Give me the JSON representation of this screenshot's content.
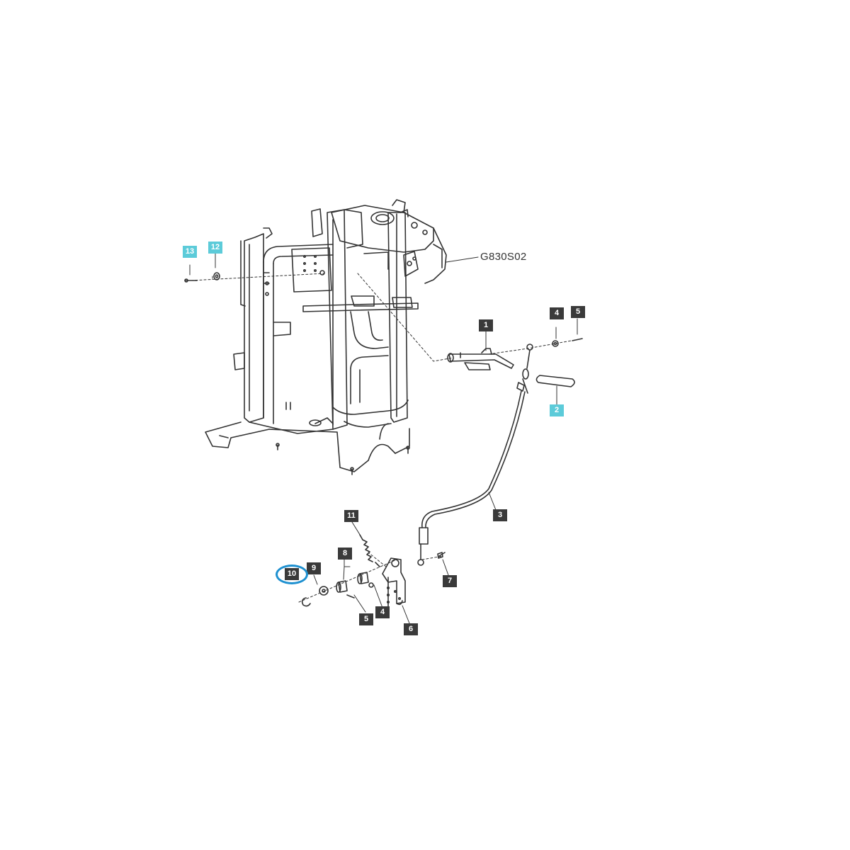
{
  "diagram": {
    "reference_label": "G830S02",
    "highlight_color": "#1e90d0",
    "line_color": "#333333",
    "callout_dark_color": "#3a3a3a",
    "callout_cyan_color": "#5ccbd9",
    "highlighted_part": "10",
    "callouts": {
      "p13": "13",
      "p12": "12",
      "p1": "1",
      "p4_top": "4",
      "p5_top": "5",
      "p2": "2",
      "p3": "3",
      "p11": "11",
      "p8": "8",
      "p9": "9",
      "p10": "10",
      "p7": "7",
      "p5_bottom": "5",
      "p4_bottom": "4",
      "p6": "6"
    }
  }
}
